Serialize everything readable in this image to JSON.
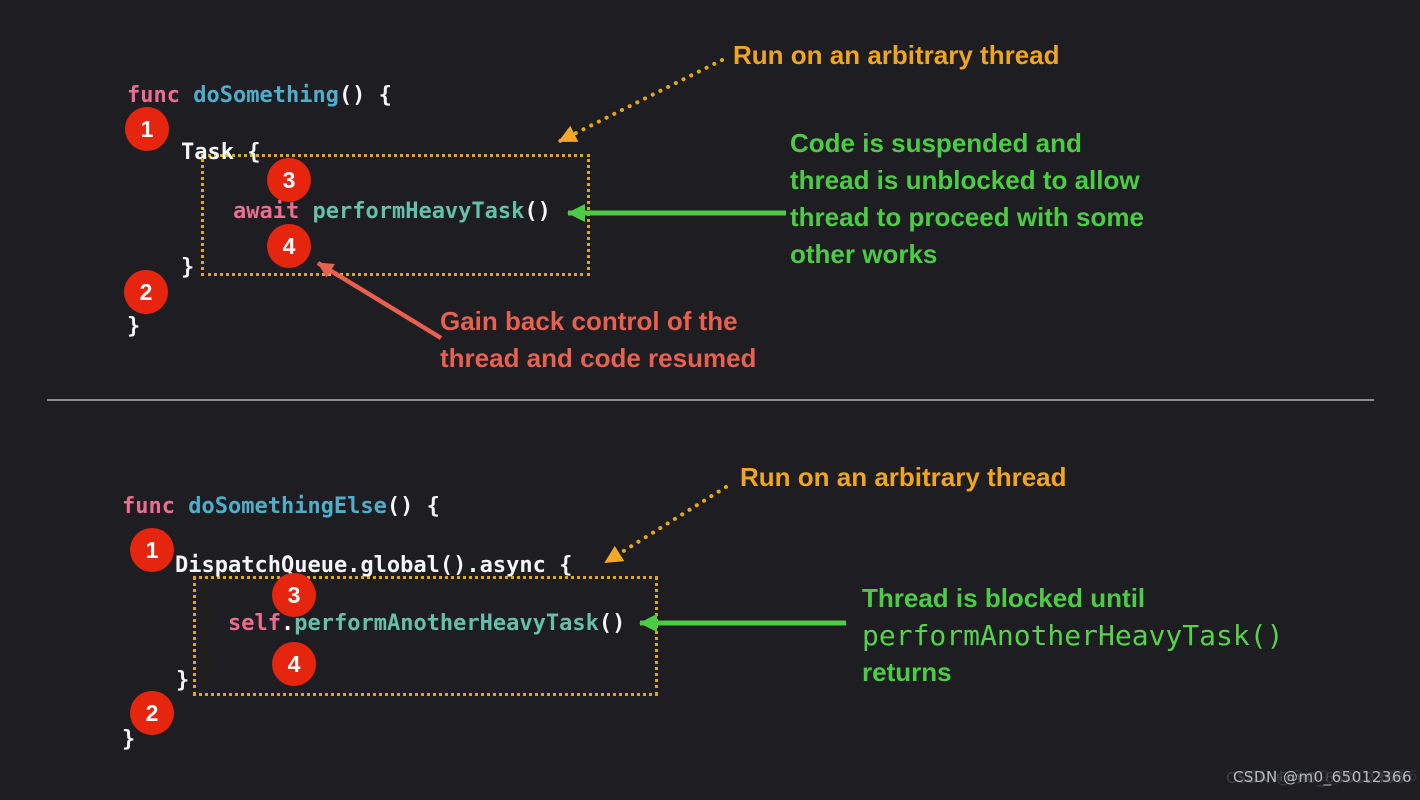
{
  "colors": {
    "background": "#1d1d22",
    "code_keyword_pink": "#ed6c92",
    "code_type_cyan": "#4faecb",
    "code_call_teal": "#66c0a9",
    "code_plain_white": "#f5f5f7",
    "badge_red": "#e6250e",
    "highlight_box_yellow": "#d9a81c",
    "label_orange": "#efa51f",
    "note_green": "#4ccc44",
    "note_salmon": "#e8604f",
    "divider_gray": "#8e8d93"
  },
  "top_section": {
    "code": {
      "line1_keyword": "func",
      "line1_name": "doSomething",
      "line1_tail": "() {",
      "line2": "Task {",
      "line3_keyword": "await",
      "line3_space": " ",
      "line3_call": "performHeavyTask",
      "line3_tail": "()",
      "line4": "}",
      "line5": "}"
    },
    "badges": {
      "b1": "1",
      "b2": "2",
      "b3": "3",
      "b4": "4"
    },
    "arrow_label": "Run on an arbitrary thread",
    "green_note": [
      "Code is suspended and",
      "thread is unblocked to allow",
      "thread to proceed with some",
      "other works"
    ],
    "red_note": [
      "Gain back control of the",
      "thread and code resumed"
    ]
  },
  "bottom_section": {
    "code": {
      "line1_keyword": "func",
      "line1_name": "doSomethingElse",
      "line1_tail": "() {",
      "line2": "DispatchQueue.global().async {",
      "line3_keyword": "self",
      "line3_dot": ".",
      "line3_call": "performAnotherHeavyTask",
      "line3_tail": "()",
      "line4": "}",
      "line5": "}"
    },
    "badges": {
      "b1": "1",
      "b2": "2",
      "b3": "3",
      "b4": "4"
    },
    "arrow_label": "Run on an arbitrary thread",
    "green_note_line1": "Thread is blocked until",
    "green_note_code": "performAnotherHeavyTask()",
    "green_note_line3": "returns"
  },
  "watermark": "CSDN @m0_65012366"
}
